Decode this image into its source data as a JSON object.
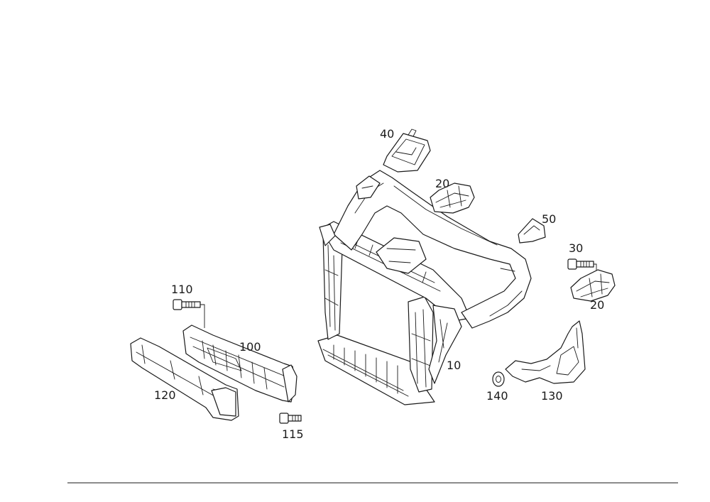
{
  "diagram": {
    "callouts": {
      "c10": "10",
      "c20a": "20",
      "c20b": "20",
      "c30": "30",
      "c40": "40",
      "c50": "50",
      "c100": "100",
      "c110": "110",
      "c115": "115",
      "c120": "120",
      "c130": "130",
      "c140": "140"
    }
  }
}
